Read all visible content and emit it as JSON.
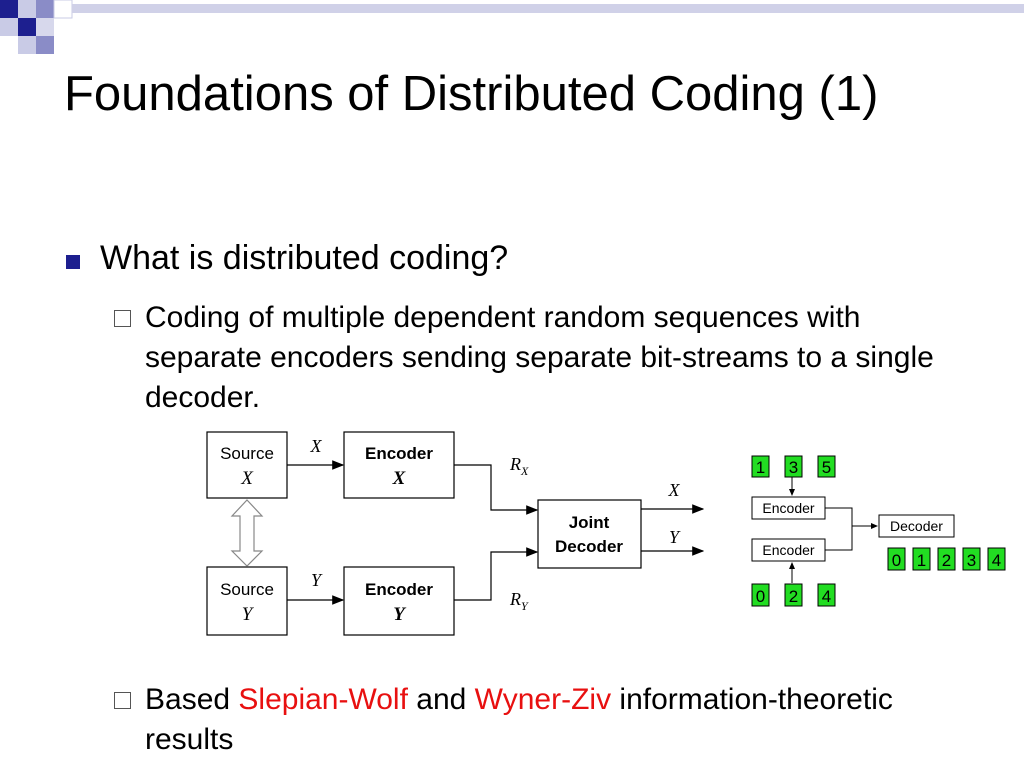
{
  "slide": {
    "title": "Foundations of Distributed Coding (1)",
    "bullet": "What is distributed coding?",
    "sub1": "Coding of multiple dependent random sequences with separate encoders sending separate bit-streams to a single decoder.",
    "sub2": {
      "prefix": "Based ",
      "term1": "Slepian-Wolf",
      "middle": " and ",
      "term2": "Wyner-Ziv",
      "suffix": " information-theoretic results"
    },
    "colors": {
      "bullet": "#1d1f8f",
      "highlight": "#e81010",
      "green": "#22dd22",
      "deco_blue": "#1d1f8f"
    }
  },
  "block_diagram": {
    "source_x": {
      "label": "Source",
      "var": "X"
    },
    "source_y": {
      "label": "Source",
      "var": "Y"
    },
    "enc_x": {
      "label": "Encoder",
      "var": "X"
    },
    "enc_y": {
      "label": "Encoder",
      "var": "Y"
    },
    "joint": {
      "line1": "Joint",
      "line2": "Decoder"
    },
    "edge_x": "X",
    "edge_y": "Y",
    "rate_x": {
      "r": "R",
      "sub": "X"
    },
    "rate_y": {
      "r": "R",
      "sub": "Y"
    },
    "out_x": "X",
    "out_y": "Y"
  },
  "mini_diagram": {
    "top_digits": [
      "1",
      "3",
      "5"
    ],
    "bottom_digits": [
      "0",
      "2",
      "4"
    ],
    "out_digits": [
      "0",
      "1",
      "2",
      "3",
      "4"
    ],
    "encoder1": "Encoder",
    "encoder2": "Encoder",
    "decoder": "Decoder"
  }
}
